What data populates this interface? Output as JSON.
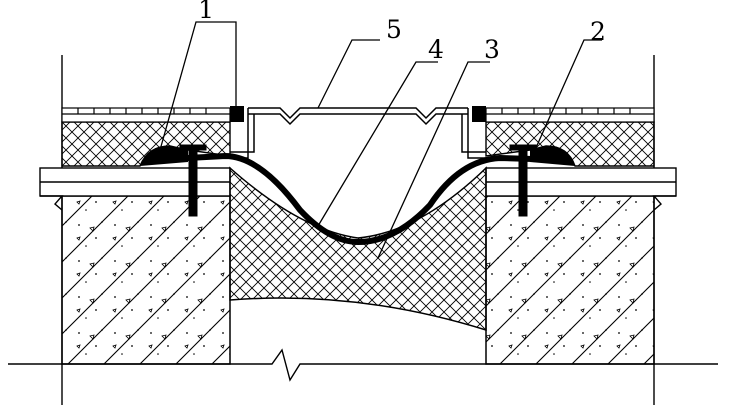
{
  "callouts": {
    "one": "1",
    "two": "2",
    "three": "3",
    "four": "4",
    "five": "5"
  },
  "colors": {
    "line": "#000000",
    "background": "#ffffff"
  }
}
